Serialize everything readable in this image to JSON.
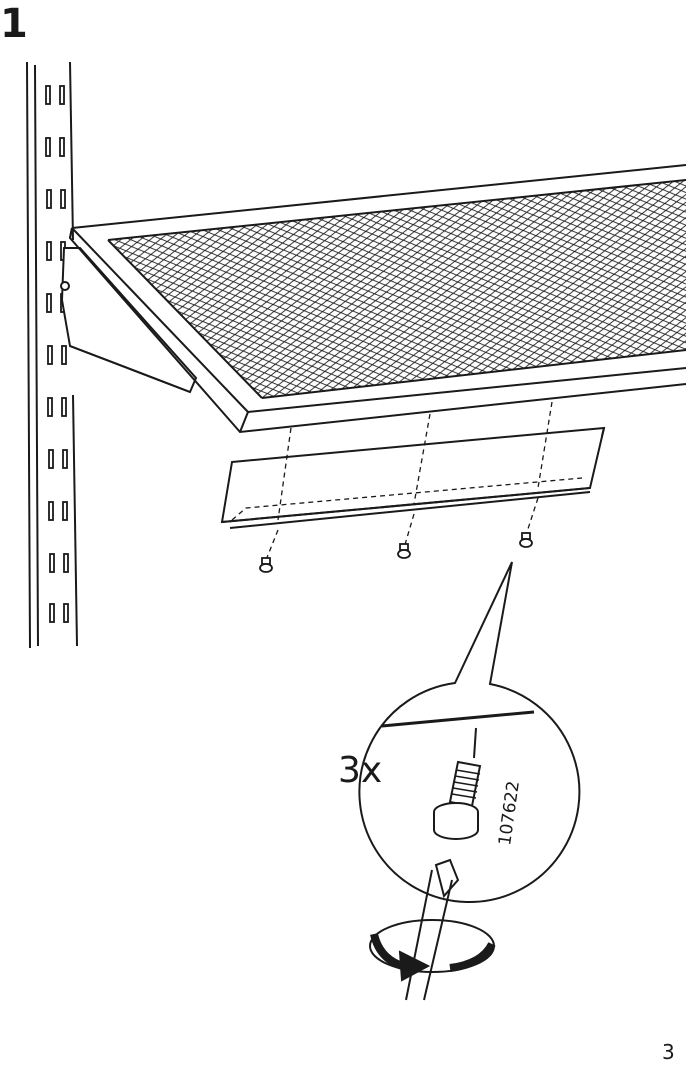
{
  "step": {
    "number": "1"
  },
  "callout": {
    "quantity": "3x",
    "part_number": "107622"
  },
  "footer": {
    "page_number": "3"
  },
  "icons": [
    "wall-upright",
    "wire-mesh-shelf",
    "shelf-front-strip",
    "screw",
    "screwdriver",
    "rotation-arrow"
  ]
}
